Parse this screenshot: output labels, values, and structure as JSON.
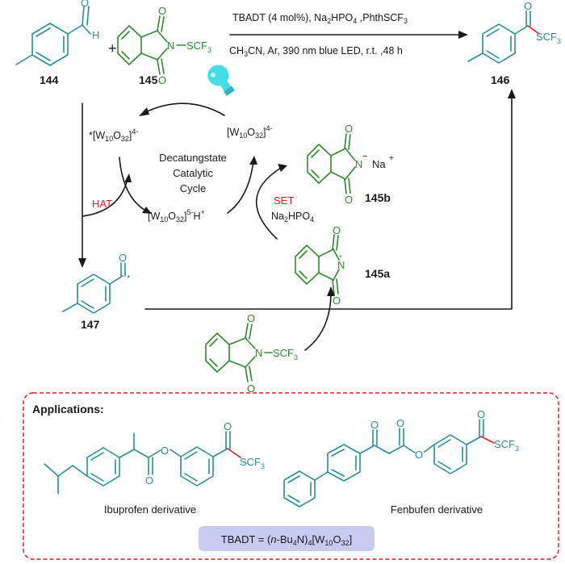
{
  "reaction": {
    "conditions_top": "TBADT (4 mol%), Na2HPO4 ,PhthSCF3",
    "conditions_bottom": "CH3CN, Ar, 390 nm blue LED, r.t. ,48 h",
    "plus": "+",
    "H": "H",
    "O": "O",
    "N": "N",
    "S": "S",
    "CF": "CF",
    "three": "3",
    "SCF": "SCF"
  },
  "compounds": {
    "c144": "144",
    "c145": "145",
    "c146": "146",
    "c147": "147",
    "c145a": "145a",
    "c145b": "145b",
    "na": "Na",
    "plus_sign": "+",
    "minus_sign": "−",
    "dot": "·",
    "n_dash_scf3": "–SCF"
  },
  "cycle": {
    "title_l1": "Decatungstate",
    "title_l2": "Catalytic",
    "title_l3": "Cycle",
    "excited": "*[W10O32]4-",
    "ground": "[W10O32]4-",
    "reduced": "[W10O32]5-H+",
    "hat": "HAT",
    "set": "SET",
    "base": "Na2HPO4"
  },
  "applications": {
    "title": "Applications:",
    "ibuprofen": "Ibuprofen derivative",
    "fenbufen": "Fenbufen derivative",
    "tbadt": "TBADT = (n-Bu4N)4[W10O32]"
  },
  "colors": {
    "teal": "#2a8e95",
    "green": "#2f8a2f",
    "red": "#e0201b",
    "dashed_box": "#e0201b",
    "tbadt_box": "#c9c9f2",
    "bulb": "#46dde6"
  }
}
